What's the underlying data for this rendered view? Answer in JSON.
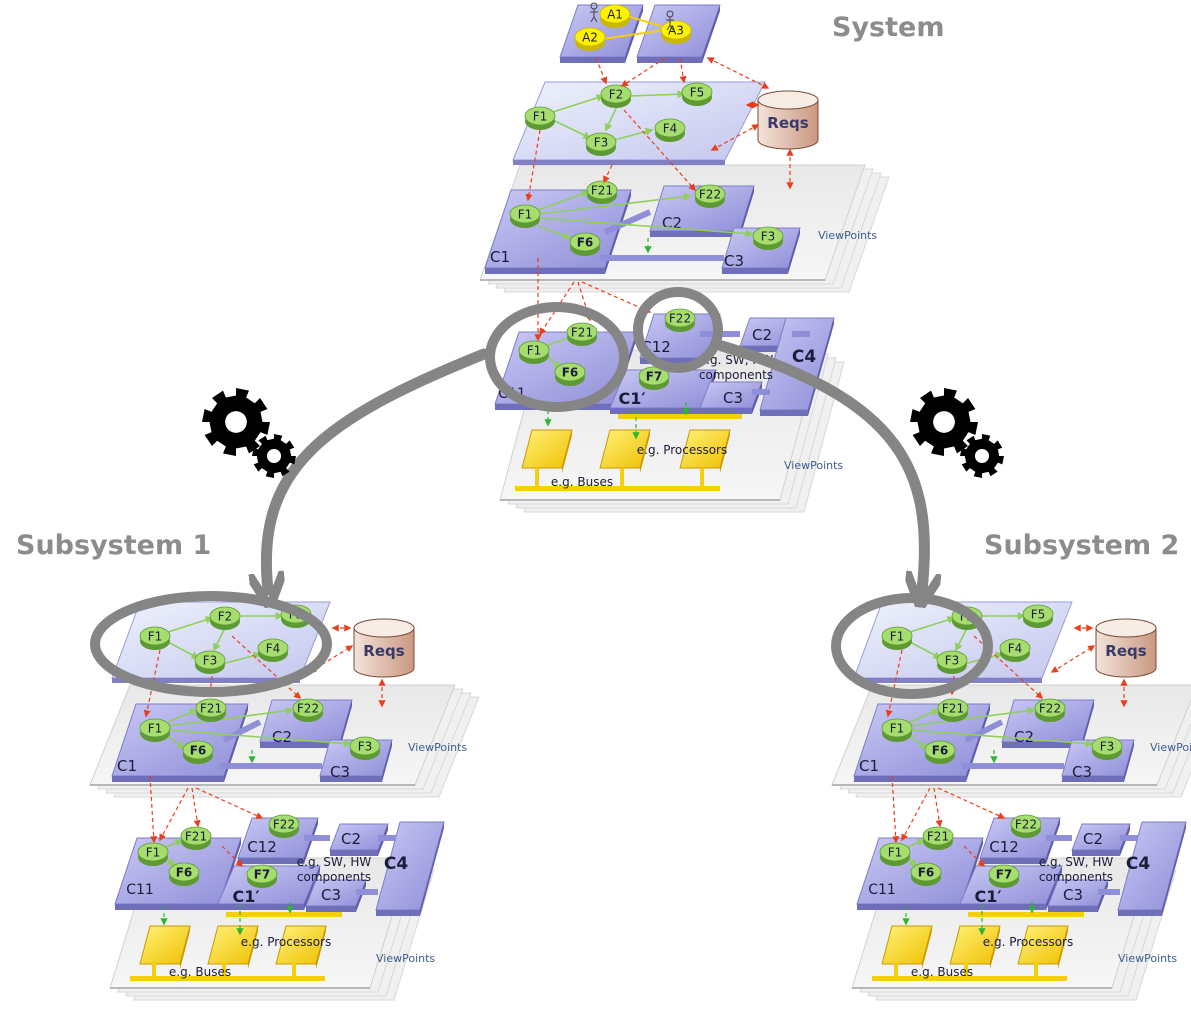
{
  "titles": {
    "system": "System",
    "subsystem1": "Subsystem 1",
    "subsystem2": "Subsystem 2"
  },
  "labels": {
    "reqs": "Reqs",
    "viewpoints": "ViewPoints",
    "sw_hw": "e.g. SW, HW",
    "components": "components",
    "processors": "e.g. Processors",
    "buses": "e.g. Buses"
  },
  "actors": {
    "a1": "A1",
    "a2": "A2",
    "a3": "A3"
  },
  "functions": {
    "f1": "F1",
    "f2": "F2",
    "f3": "F3",
    "f4": "F4",
    "f5": "F5",
    "f6": "F6",
    "f7": "F7",
    "f21": "F21",
    "f22": "F22"
  },
  "components": {
    "c1": "C1",
    "c2": "C2",
    "c3": "C3",
    "c4": "C4",
    "c11": "C11",
    "c12": "C12",
    "c1p": "C1′"
  },
  "colors": {
    "title_gray": "#8c8c8c",
    "arrow_gray": "#858585",
    "platform": "#a9a8e6",
    "function_node": "#a6de6e",
    "actor_node": "#fff200",
    "hardware": "#f6cf0c",
    "trace_red": "#e8401c",
    "trace_green": "#2fb52f",
    "link_text": "#3a5d8f"
  }
}
